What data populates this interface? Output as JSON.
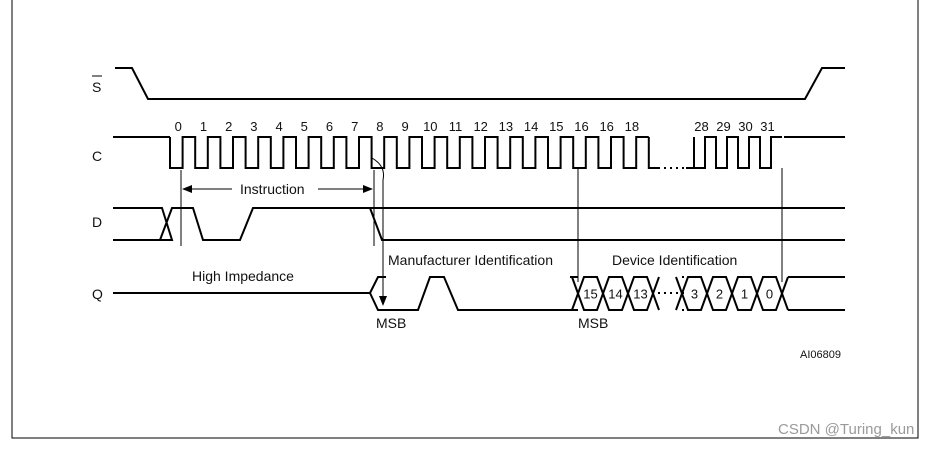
{
  "signals": {
    "s": "S",
    "c": "C",
    "d": "D",
    "q": "Q"
  },
  "clock_numbers": [
    "0",
    "1",
    "2",
    "3",
    "4",
    "5",
    "6",
    "7",
    "8",
    "9",
    "10",
    "11",
    "12",
    "13",
    "14",
    "15",
    "16",
    "16",
    "18",
    "28",
    "29",
    "30",
    "31"
  ],
  "labels": {
    "instruction": "Instruction",
    "high_impedance": "High Impedance",
    "manufacturer_id": "Manufacturer Identification",
    "device_id": "Device Identification",
    "msb_left": "MSB",
    "msb_right": "MSB",
    "figure_ref": "AI06809"
  },
  "device_id_bits": [
    "15",
    "14",
    "13",
    "3",
    "2",
    "1",
    "0"
  ],
  "watermark": "CSDN @Turing_kun"
}
